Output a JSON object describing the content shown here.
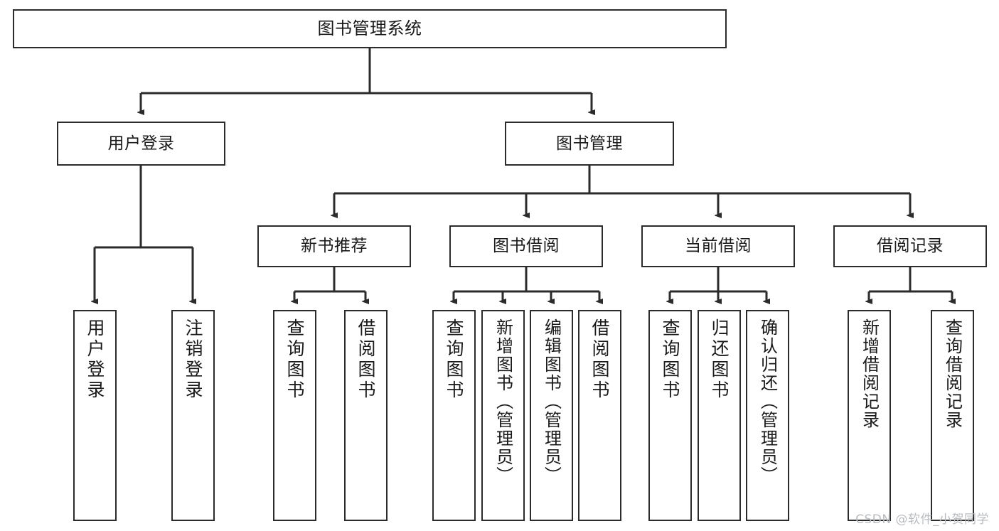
{
  "diagram": {
    "type": "tree",
    "title": "图书管理系统",
    "orientation": "top-down",
    "colors": {
      "box_border": "#2b2b2b",
      "box_fill": "#ffffff",
      "edge": "#2b2b2b",
      "text": "#1a1a1a",
      "watermark": "#b9bcc0",
      "background": "#ffffff"
    },
    "watermark": "CSDN @软件_小贺同学",
    "nodes": {
      "root": {
        "label": "图书管理系统"
      },
      "level2": [
        {
          "label": "用户登录"
        },
        {
          "label": "图书管理"
        }
      ],
      "level3": [
        {
          "label": "新书推荐"
        },
        {
          "label": "图书借阅"
        },
        {
          "label": "当前借阅"
        },
        {
          "label": "借阅记录"
        }
      ],
      "leaves_user_login": [
        {
          "label": "用户登录"
        },
        {
          "label": "注销登录"
        }
      ],
      "leaves_new_book": [
        {
          "label": "查询图书"
        },
        {
          "label": "借阅图书"
        }
      ],
      "leaves_borrow": [
        {
          "label": "查询图书"
        },
        {
          "label": "新增图书（管理员）"
        },
        {
          "label": "编辑图书（管理员）"
        },
        {
          "label": "借阅图书"
        }
      ],
      "leaves_current": [
        {
          "label": "查询图书"
        },
        {
          "label": "归还图书"
        },
        {
          "label": "确认归还（管理员）"
        }
      ],
      "leaves_records": [
        {
          "label": "新增借阅记录"
        },
        {
          "label": "查询借阅记录"
        }
      ]
    }
  }
}
